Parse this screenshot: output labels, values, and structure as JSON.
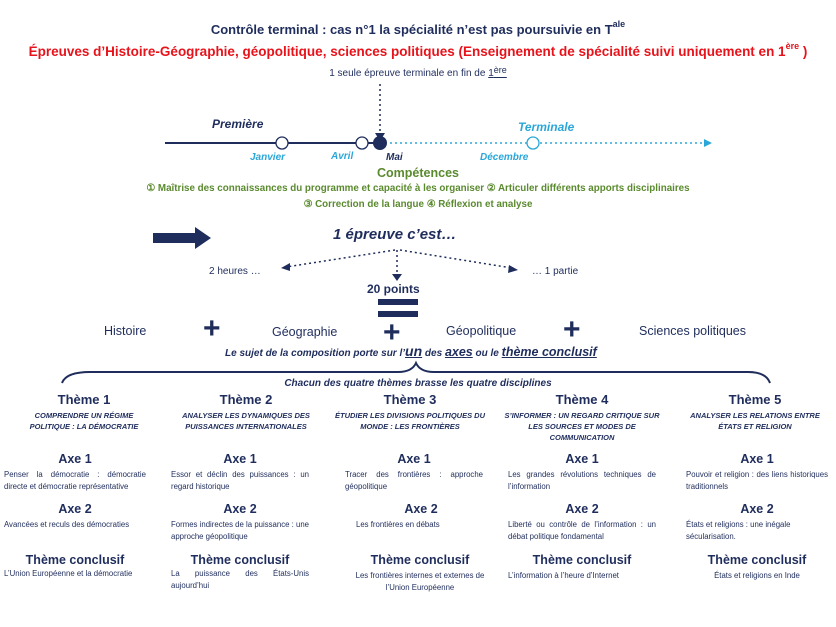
{
  "header": {
    "title_main": "Contrôle terminal : cas n°1 la spécialité n’est pas poursuivie en T",
    "title_sup": "ale",
    "subtitle_main": "Épreuves d’Histoire-Géographie, géopolitique, sciences politiques (Enseignement de spécialité suivi uniquement en 1",
    "subtitle_sup": "ère",
    "subtitle_end": " )",
    "note_prefix": "1 seule épreuve terminale en fin de ",
    "note_link": "1",
    "note_sup": "ère"
  },
  "timeline": {
    "premiere": "Première",
    "terminale": "Terminale",
    "months": {
      "janvier": "Janvier",
      "avril": "Avril",
      "mai": "Mai",
      "decembre": "Décembre"
    }
  },
  "competences": {
    "title": "Compétences",
    "line1": "① Maîtrise des connaissances du programme et capacité à les organiser ② Articuler différents apports disciplinaires",
    "line2": "③ Correction de la langue ④ Réflexion et analyse"
  },
  "epreuve": {
    "title": "1 épreuve c’est…",
    "left": "2 heures …",
    "right": "… 1 partie",
    "points": "20 points"
  },
  "disciplines": [
    "Histoire",
    "Géographie",
    "Géopolitique",
    "Sciences politiques"
  ],
  "plus": "+",
  "sujet": {
    "prefix": "Le sujet de la composition porte sur l’",
    "un": "un",
    "middle": " des ",
    "axes": "axes",
    "or": " ou le ",
    "theme": "thème conclusif"
  },
  "brace_label": "Chacun des quatre thèmes brasse les quatre disciplines",
  "themes": [
    {
      "title": "Thème 1",
      "subtitle": "COMPRENDRE UN RÉGIME POLITIQUE : LA DÉMOCRATIE",
      "axe1_title": "Axe 1",
      "axe1": "Penser la démocratie : démocratie directe et démocratie représentative",
      "axe2_title": "Axe 2",
      "axe2": "Avancées et reculs des démocraties",
      "concl_title": "Thème conclusif",
      "concl": "L’Union Européenne et la démocratie"
    },
    {
      "title": "Thème 2",
      "subtitle": "ANALYSER LES DYNAMIQUES DES PUISSANCES INTERNATIONALES",
      "axe1_title": "Axe 1",
      "axe1": "Essor et déclin des puissances : un regard historique",
      "axe2_title": "Axe 2",
      "axe2": "Formes indirectes de la puissance : une approche géopolitique",
      "concl_title": "Thème conclusif",
      "concl": "La puissance des États-Unis aujourd’hui"
    },
    {
      "title": "Thème 3",
      "subtitle": "ÉTUDIER LES DIVISIONS POLITIQUES DU MONDE : LES FRONTIÈRES",
      "axe1_title": "Axe 1",
      "axe1": "Tracer des frontières : approche géopolitique",
      "axe2_title": "Axe 2",
      "axe2": "Les frontières en débats",
      "concl_title": "Thème conclusif",
      "concl": "Les frontières internes et externes de l’Union Européenne"
    },
    {
      "title": "Thème 4",
      "subtitle": "S’INFORMER : UN REGARD CRITIQUE SUR LES SOURCES ET MODES DE COMMUNICATION",
      "axe1_title": "Axe 1",
      "axe1": "Les grandes révolutions techniques de l’information",
      "axe2_title": "Axe 2",
      "axe2": "Liberté ou contrôle de l’information : un débat politique fondamental",
      "concl_title": "Thème conclusif",
      "concl": "L’information à l’heure d’Internet"
    },
    {
      "title": "Thème 5",
      "subtitle": "ANALYSER LES RELATIONS ENTRE ÉTATS ET RELIGION",
      "axe1_title": "Axe 1",
      "axe1": "Pouvoir et religion : des liens historiques traditionnels",
      "axe2_title": "Axe 2",
      "axe2": "États et religions : une inégale sécularisation.",
      "concl_title": "Thème conclusif",
      "concl": "États et religions en Inde"
    }
  ]
}
